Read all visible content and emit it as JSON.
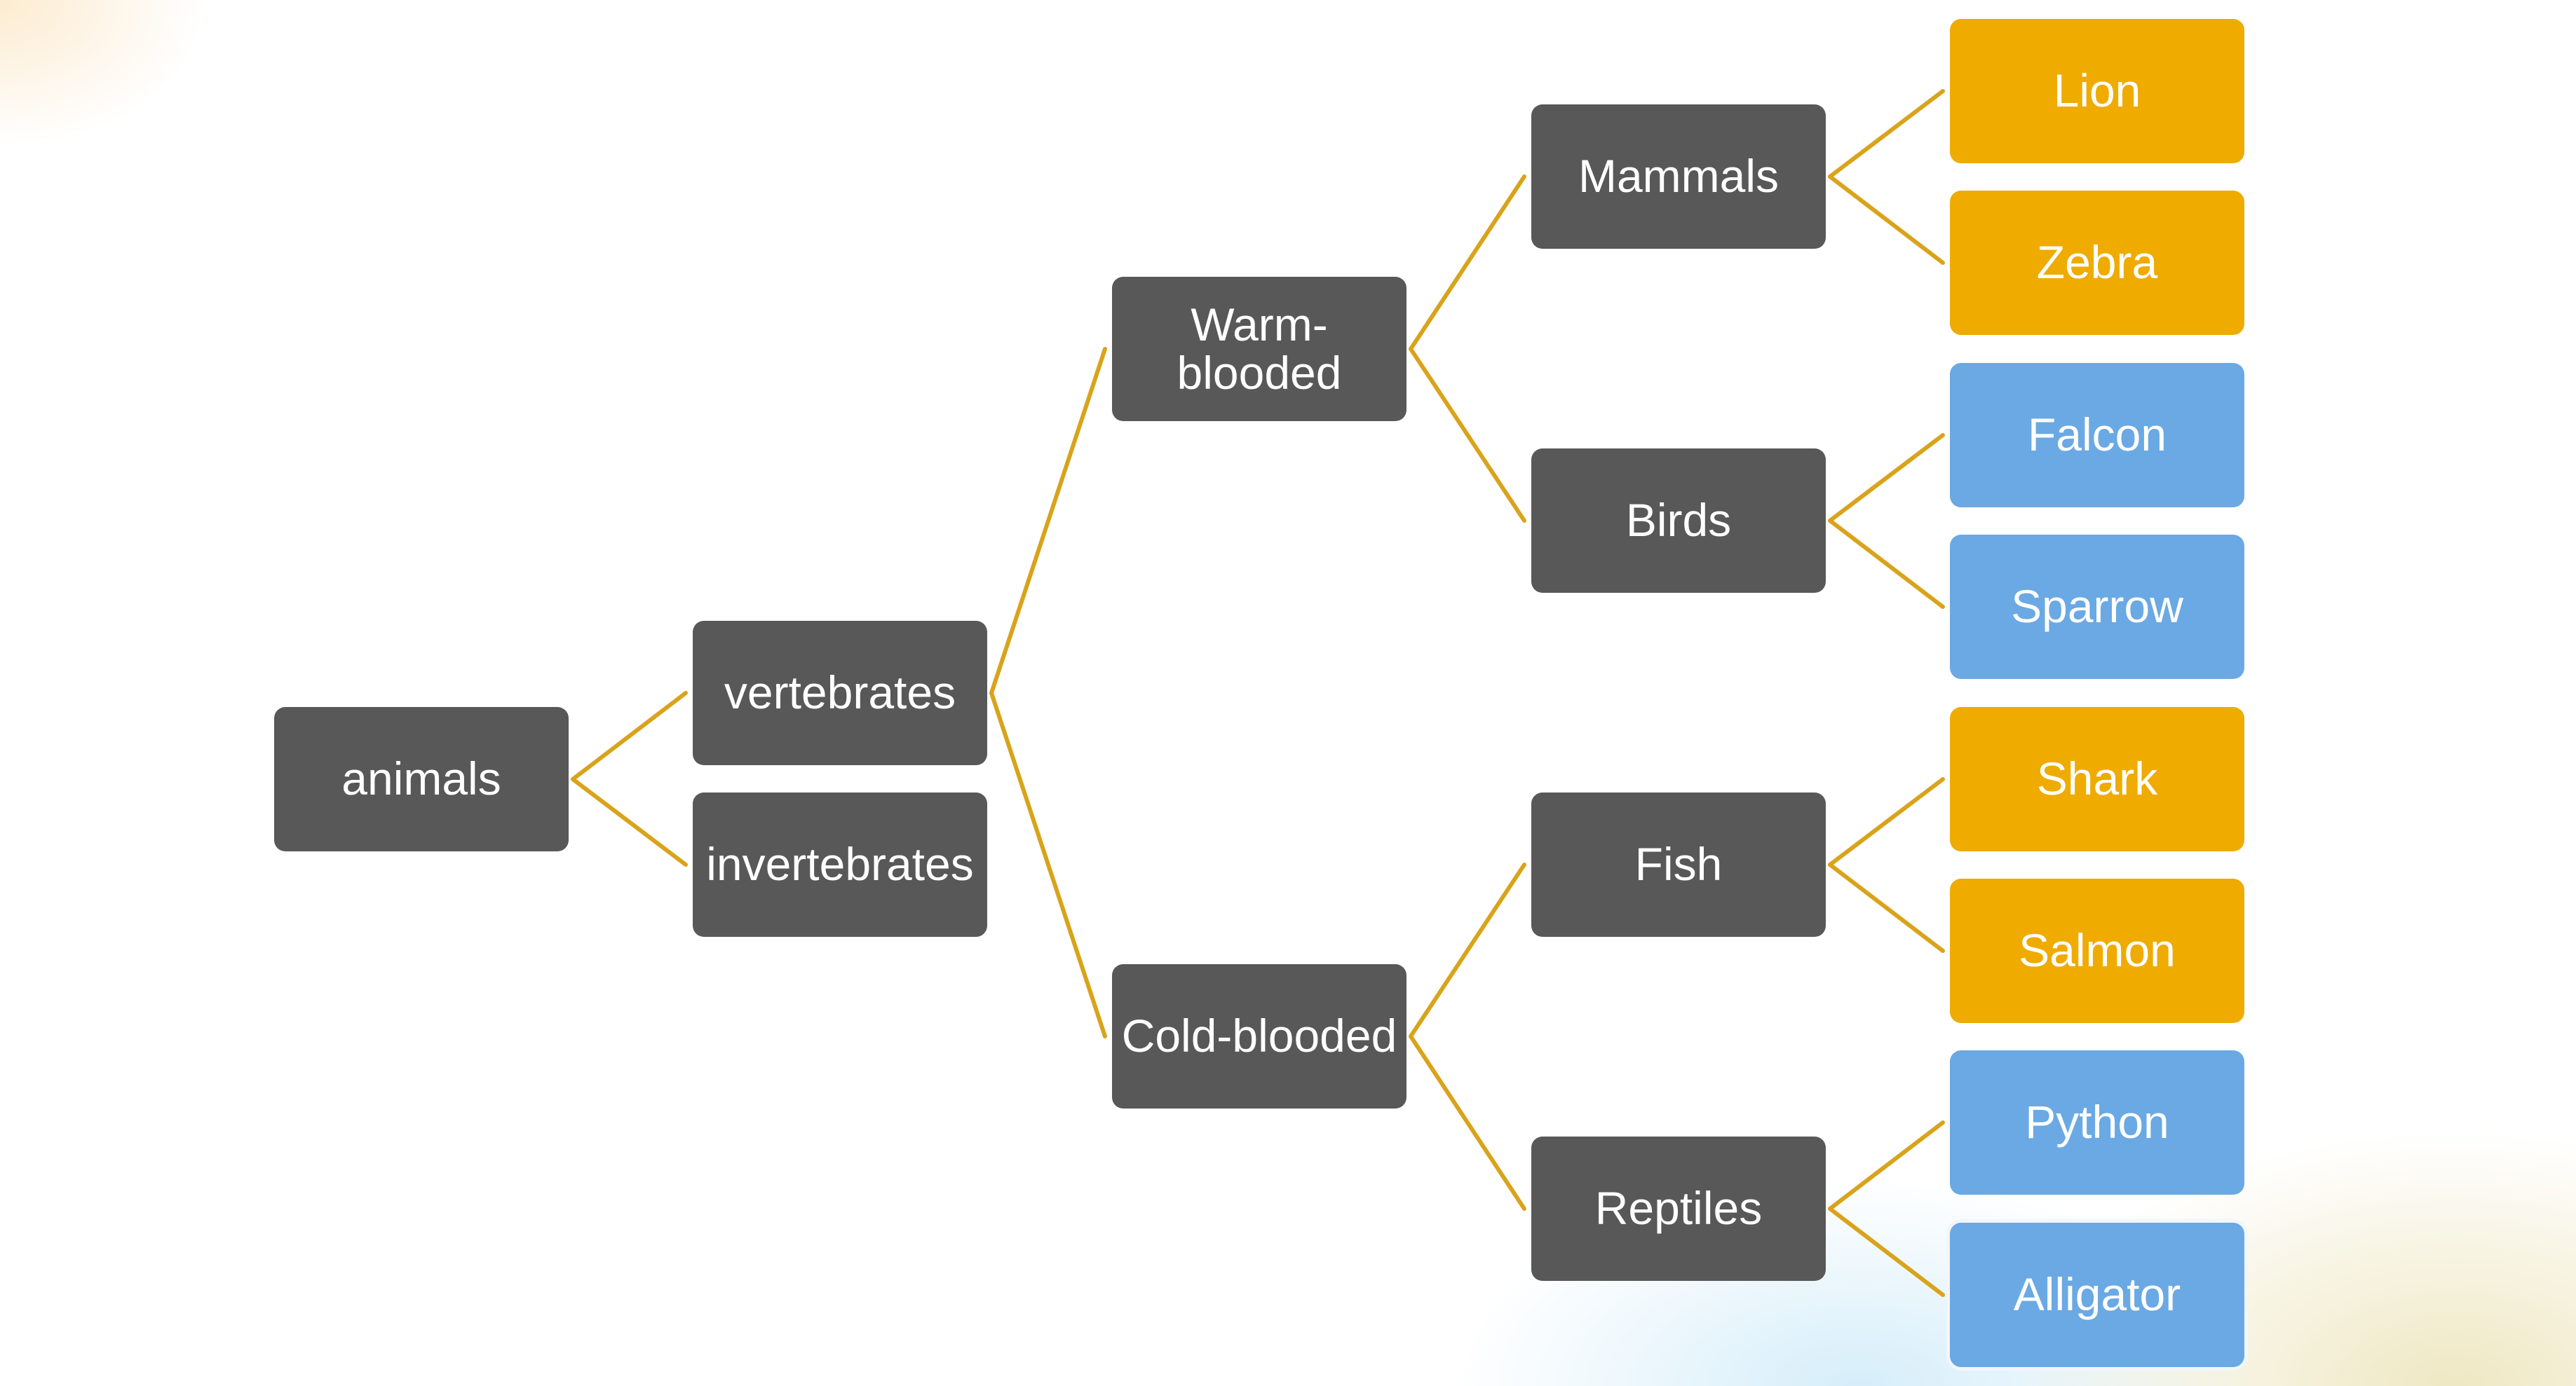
{
  "diagram": {
    "root": {
      "label": "animals"
    },
    "level1": [
      {
        "id": "vertebrates",
        "label": "vertebrates"
      },
      {
        "id": "invertebrates",
        "label": "invertebrates"
      }
    ],
    "level2": [
      {
        "id": "warm",
        "label": "Warm-\nblooded"
      },
      {
        "id": "cold",
        "label": "Cold-blooded"
      }
    ],
    "level3": [
      {
        "id": "mammals",
        "label": "Mammals"
      },
      {
        "id": "birds",
        "label": "Birds"
      },
      {
        "id": "fish",
        "label": "Fish"
      },
      {
        "id": "reptiles",
        "label": "Reptiles"
      }
    ],
    "leaves": [
      {
        "id": "lion",
        "label": "Lion"
      },
      {
        "id": "zebra",
        "label": "Zebra"
      },
      {
        "id": "falcon",
        "label": "Falcon"
      },
      {
        "id": "sparrow",
        "label": "Sparrow"
      },
      {
        "id": "shark",
        "label": "Shark"
      },
      {
        "id": "salmon",
        "label": "Salmon"
      },
      {
        "id": "python",
        "label": "Python"
      },
      {
        "id": "alligator",
        "label": "Alligator"
      }
    ],
    "colors": {
      "branch": "#585858",
      "leaf_gold": "#efab00",
      "leaf_blue": "#6aa9e3",
      "connector": "#d9a31a"
    }
  }
}
